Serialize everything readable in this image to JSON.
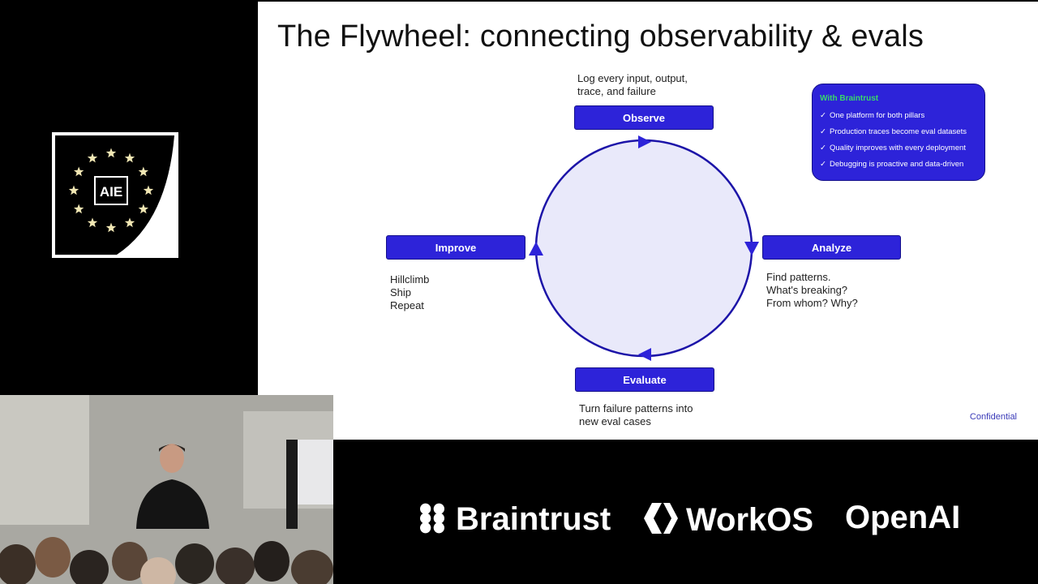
{
  "event": {
    "logo_text": "AIE"
  },
  "slide": {
    "title": "The Flywheel: connecting observability & evals",
    "stages": {
      "observe": {
        "label": "Observe",
        "desc": [
          "Log every input, output,",
          "trace, and failure"
        ]
      },
      "analyze": {
        "label": "Analyze",
        "desc": [
          "Find patterns.",
          "What's breaking?",
          "From whom? Why?"
        ]
      },
      "evaluate": {
        "label": "Evaluate",
        "desc": [
          "Turn failure patterns into",
          "new eval cases"
        ]
      },
      "improve": {
        "label": "Improve",
        "desc": [
          "Hillclimb",
          "Ship",
          "Repeat"
        ]
      }
    },
    "braintrust_box": {
      "heading": "With Braintrust",
      "items": [
        "One platform for both pillars",
        "Production traces become eval datasets",
        "Quality improves with every deployment",
        "Debugging is proactive and data-driven"
      ]
    },
    "footer": "Confidential"
  },
  "sponsors": [
    "Braintrust",
    "WorkOS",
    "OpenAI"
  ],
  "colors": {
    "accent": "#2d23d9",
    "circle_fill": "#e9e9fa",
    "check_heading": "#39d96a"
  }
}
